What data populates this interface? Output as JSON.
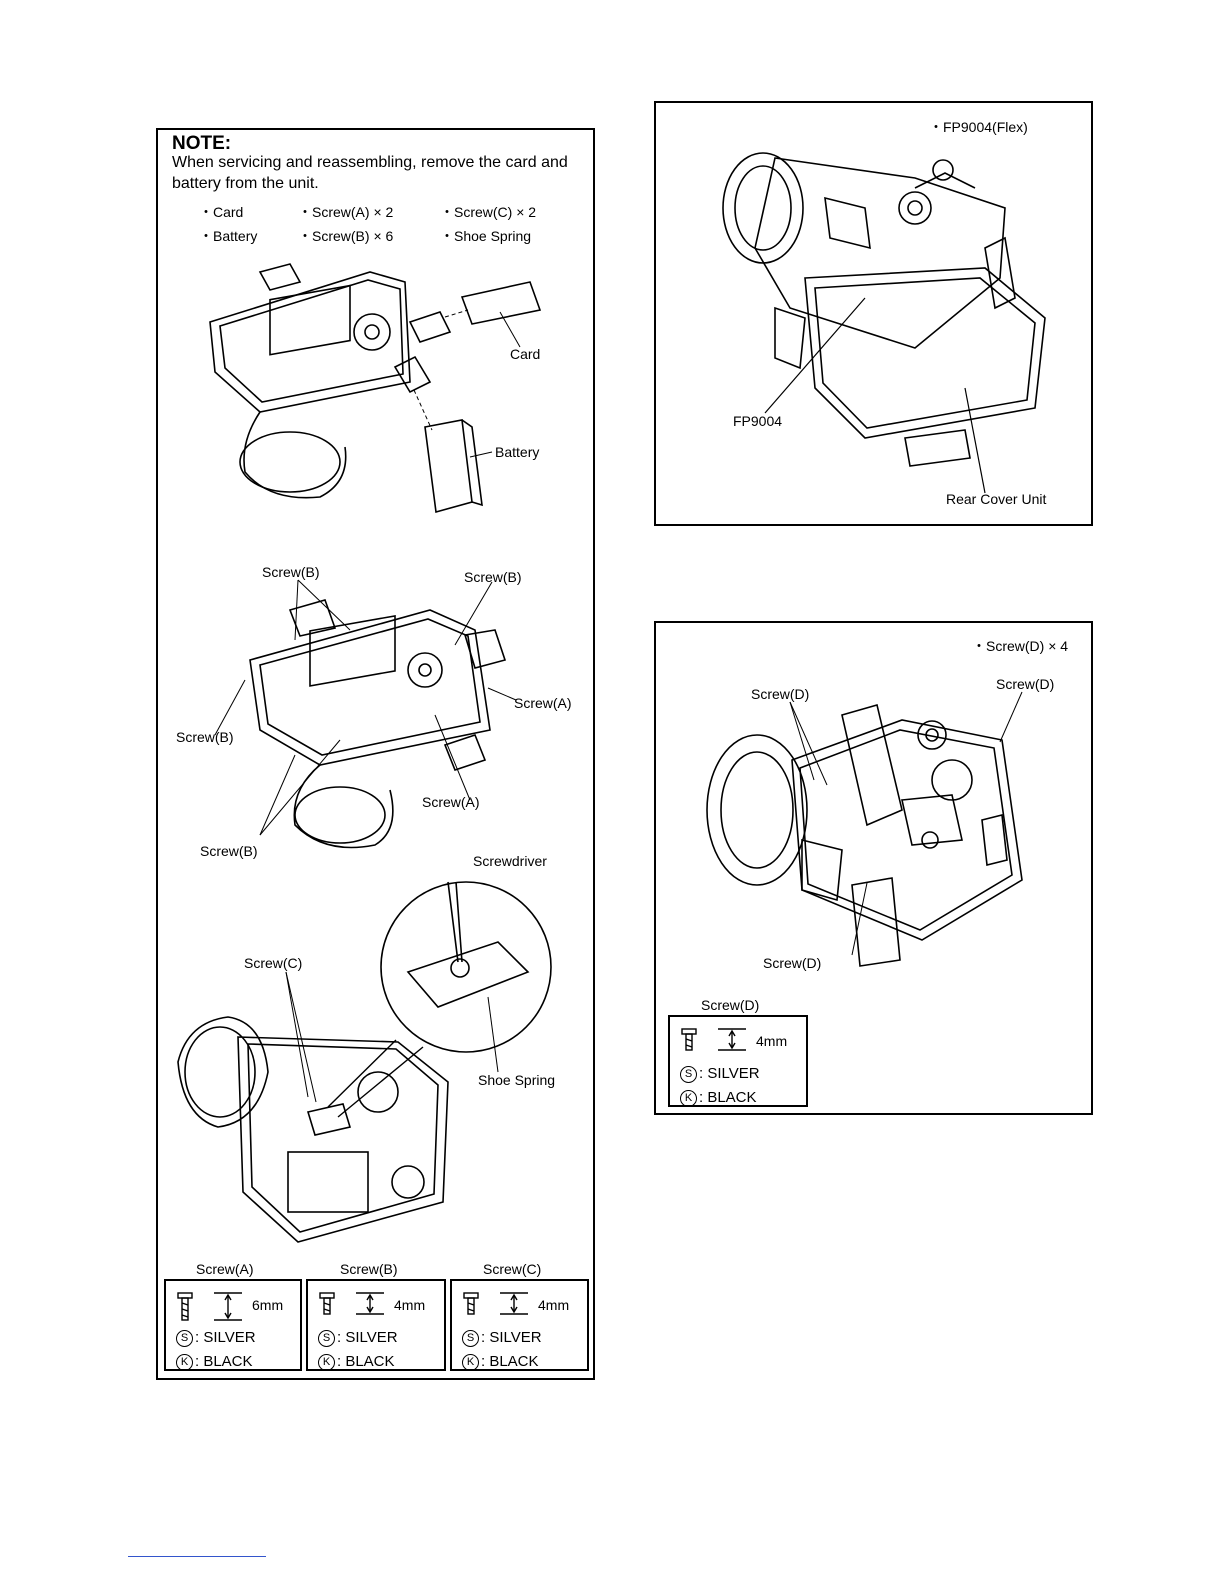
{
  "left_panel": {
    "note_title": "NOTE:",
    "note_line1": "When servicing and reassembling, remove the card and",
    "note_line2": "battery from the unit.",
    "parts": [
      "・Card",
      "・Screw(A) × 2",
      "・Screw(C) × 2",
      "・Battery",
      "・Screw(B) × 6",
      "・Shoe Spring"
    ],
    "fig1_labels": {
      "card": "Card",
      "battery": "Battery"
    },
    "fig2_labels": {
      "screw_b_top": "Screw(B)",
      "screw_b_right": "Screw(B)",
      "screw_a_right": "Screw(A)",
      "screw_b_left": "Screw(B)",
      "screw_a_bottom": "Screw(A)",
      "screw_b_bottom": "Screw(B)"
    },
    "fig3_labels": {
      "screwdriver": "Screwdriver",
      "screw_c": "Screw(C)",
      "shoe_spring": "Shoe Spring"
    },
    "screw_specs": [
      {
        "title": "Screw(A)",
        "length": "6mm",
        "silver": "S",
        "silver_text": ": SILVER",
        "black": "K",
        "black_text": ": BLACK"
      },
      {
        "title": "Screw(B)",
        "length": "4mm",
        "silver": "S",
        "silver_text": ": SILVER",
        "black": "K",
        "black_text": ": BLACK"
      },
      {
        "title": "Screw(C)",
        "length": "4mm",
        "silver": "S",
        "silver_text": ": SILVER",
        "black": "K",
        "black_text": ": BLACK"
      }
    ]
  },
  "right_top_panel": {
    "header": "・FP9004(Flex)",
    "fp_label": "FP9004",
    "rear_cover_label": "Rear Cover Unit"
  },
  "right_bottom_panel": {
    "header": "・Screw(D) × 4",
    "screw_d_left": "Screw(D)",
    "screw_d_right": "Screw(D)",
    "screw_d_bottom": "Screw(D)",
    "spec": {
      "title": "Screw(D)",
      "length": "4mm",
      "silver": "S",
      "silver_text": ": SILVER",
      "black": "K",
      "black_text": ": BLACK"
    }
  }
}
